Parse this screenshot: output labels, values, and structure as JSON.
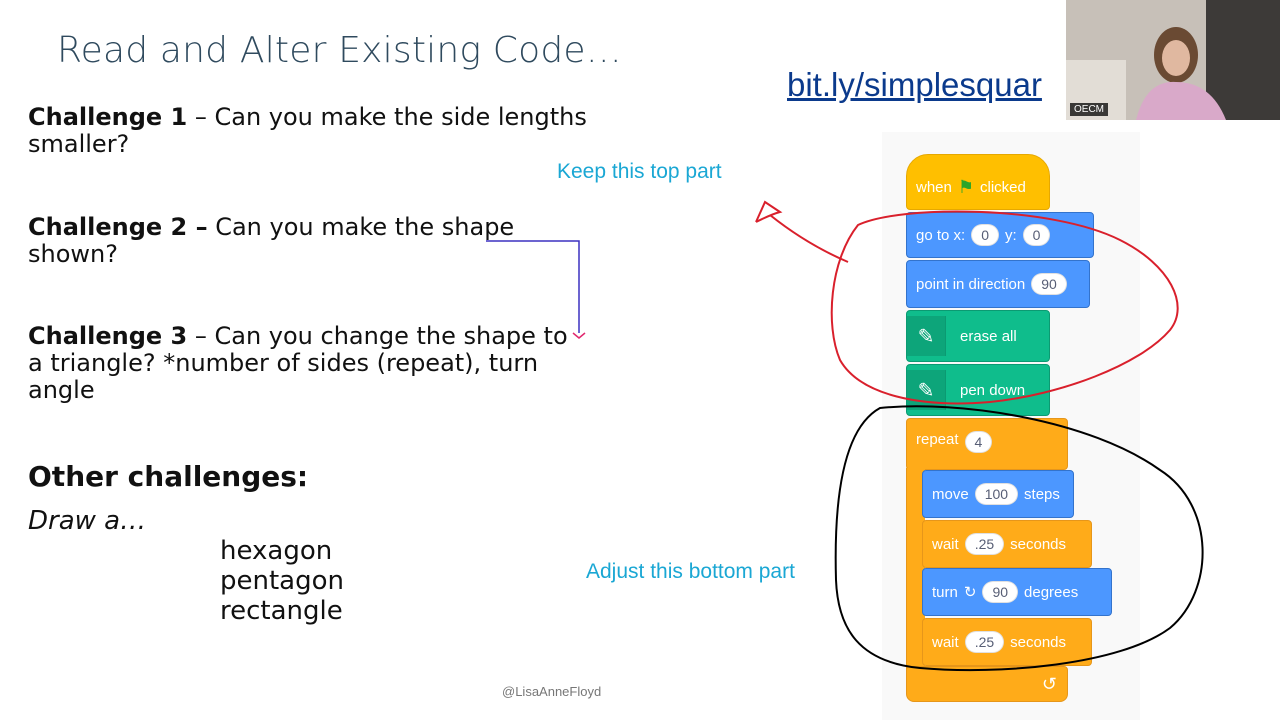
{
  "title": "Read and Alter Existing Code…",
  "link": "bit.ly/simplesquar",
  "video_label": "OECM",
  "challenges": [
    {
      "lead": "Challenge 1",
      "rest": " – Can you make the side lengths smaller?"
    },
    {
      "lead": "Challenge 2 –",
      "rest": " Can you make the shape shown?"
    },
    {
      "lead": "Challenge 3",
      "rest": " – Can you change the shape to a triangle?  *number of sides (repeat), turn angle"
    }
  ],
  "other": {
    "heading": "Other challenges:",
    "draw": "Draw a…",
    "shapes": [
      "hexagon",
      "pentagon",
      "rectangle"
    ]
  },
  "notes": {
    "top": "Keep this top part",
    "bottom": "Adjust this bottom part"
  },
  "handle": "@LisaAnneFloyd",
  "blocks": {
    "when_clicked": {
      "a": "when",
      "b": "clicked"
    },
    "goto": {
      "label": "go to x:",
      "x": "0",
      "ylabel": "y:",
      "y": "0"
    },
    "point": {
      "label": "point in direction",
      "value": "90"
    },
    "erase": {
      "label": "erase all"
    },
    "pen_down": {
      "label": "pen down"
    },
    "repeat": {
      "label": "repeat",
      "value": "4"
    },
    "move": {
      "label": "move",
      "value": "100",
      "suffix": "steps"
    },
    "wait1": {
      "label": "wait",
      "value": ".25",
      "suffix": "seconds"
    },
    "turn": {
      "label": "turn",
      "value": "90",
      "suffix": "degrees"
    },
    "wait2": {
      "label": "wait",
      "value": ".25",
      "suffix": "seconds"
    }
  },
  "colors": {
    "event": "#ffbf00",
    "motion": "#4c97ff",
    "pen": "#0fbd8c",
    "control": "#ffab19",
    "annotation_red": "#d9202c",
    "annotation_black": "#000000",
    "note": "#1aa7d4"
  }
}
